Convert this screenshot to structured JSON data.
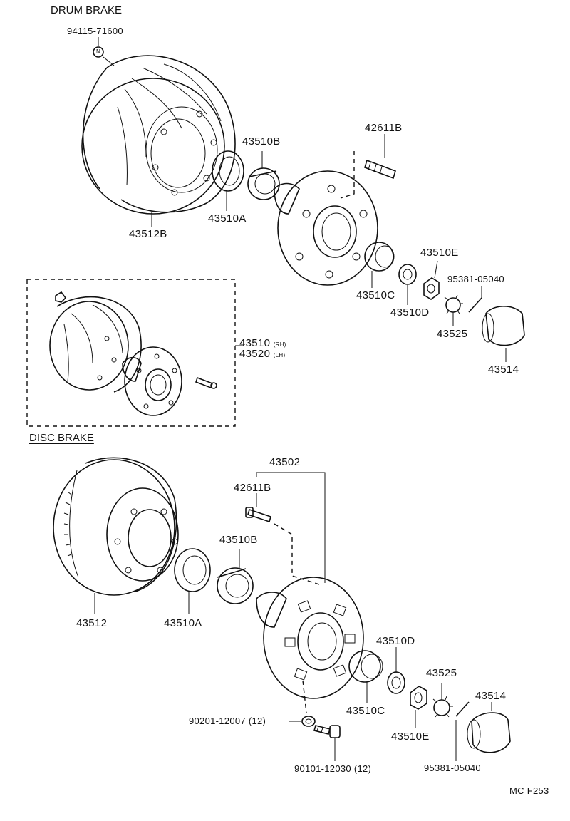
{
  "sections": {
    "drum_header": "DRUM BRAKE",
    "disc_header": "DISC BRAKE"
  },
  "drum_labels": {
    "nut_number": "94115-71600",
    "nut_symbol": "N",
    "drum": "43512B",
    "bearing_outer_race": "43510A",
    "bearing": "43510B",
    "hub_bolt": "42611B",
    "inner_bearing": "43510C",
    "washer": "43510D",
    "nut": "43510E",
    "cotter_pin": "95381-05040",
    "lock_cap": "43525",
    "grease_cap": "43514",
    "assy_rh": "43510",
    "assy_rh_tag": "(RH)",
    "assy_lh": "43520",
    "assy_lh_tag": "(LH)"
  },
  "disc_labels": {
    "hub_assy": "43502",
    "hub_bolt": "42611B",
    "bearing": "43510B",
    "disc": "43512",
    "bearing_outer_race": "43510A",
    "washer": "43510D",
    "lock_cap": "43525",
    "grease_cap": "43514",
    "inner_bearing": "43510C",
    "nut": "43510E",
    "cotter_pin": "95381-05040",
    "washer_bolt": "90201-12007 (12)",
    "bolt": "90101-12030 (12)"
  },
  "figure_code": "MC F253"
}
